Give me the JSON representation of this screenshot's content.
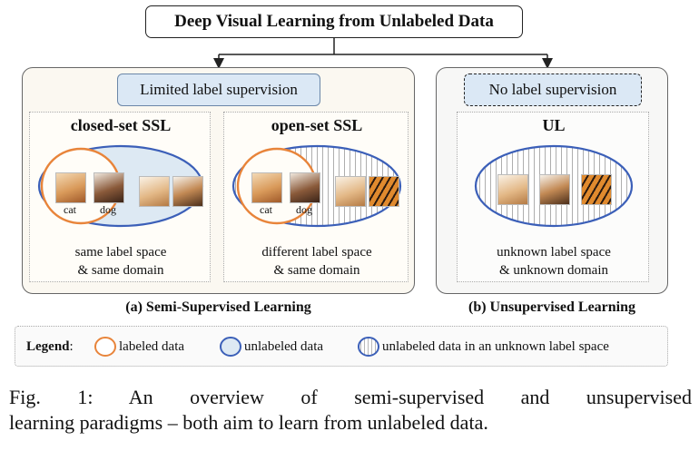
{
  "title": "Deep Visual Learning from Unlabeled Data",
  "semi": {
    "supervision": "Limited label supervision",
    "closed": {
      "title": "closed-set SSL",
      "labels": [
        "cat",
        "dog"
      ],
      "desc_line1": "same label space",
      "desc_line2": "& same domain"
    },
    "open": {
      "title": "open-set SSL",
      "labels": [
        "cat",
        "dog"
      ],
      "desc_line1": "different label space",
      "desc_line2": "& same domain"
    },
    "caption": "(a) Semi-Supervised Learning"
  },
  "unsup": {
    "supervision": "No label supervision",
    "title": "UL",
    "desc_line1": "unknown label space",
    "desc_line2": "& unknown domain",
    "caption": "(b) Unsupervised Learning"
  },
  "legend": {
    "label": "Legend",
    "items": [
      "labeled data",
      "unlabeled data",
      "unlabeled data in an unknown label space"
    ]
  },
  "figure_caption": {
    "line1": "Fig. 1: An overview of semi-supervised and unsupervised",
    "line2": "learning paradigms – both aim to learn from unlabeled data."
  },
  "colors": {
    "labeled": "#e8843a",
    "unlabeled": "#3b5fb8",
    "unlabeled_fill": "#dde9f3",
    "supervision_fill": "#dbe8f5"
  }
}
